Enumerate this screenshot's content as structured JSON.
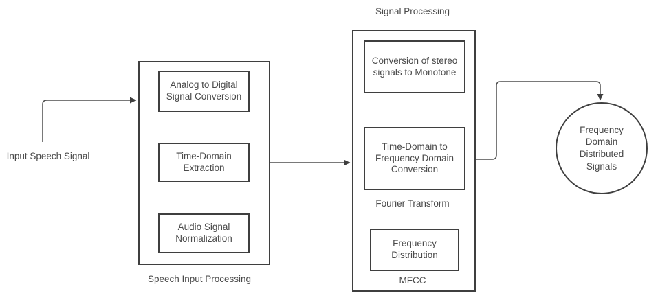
{
  "diagram": {
    "input_label": "Input Speech Signal",
    "stage1": {
      "caption": "Speech Input Processing",
      "steps": [
        "Analog to Digital Signal Conversion",
        "Time-Domain Extraction",
        "Audio Signal Normalization"
      ]
    },
    "stage2": {
      "title": "Signal Processing",
      "steps": [
        "Conversion of stereo signals to Monotone",
        "Time-Domain to Frequency Domain Conversion",
        "Frequency Distribution"
      ],
      "fourier_caption": "Fourier Transform",
      "mfcc_caption": "MFCC"
    },
    "output_label": "Frequency Domain Distributed Signals",
    "colors": {
      "box_stroke": "#3f3f3f",
      "connector_stroke": "#4d4d4d",
      "text": "#4a4a4a",
      "background": "#ffffff"
    }
  }
}
